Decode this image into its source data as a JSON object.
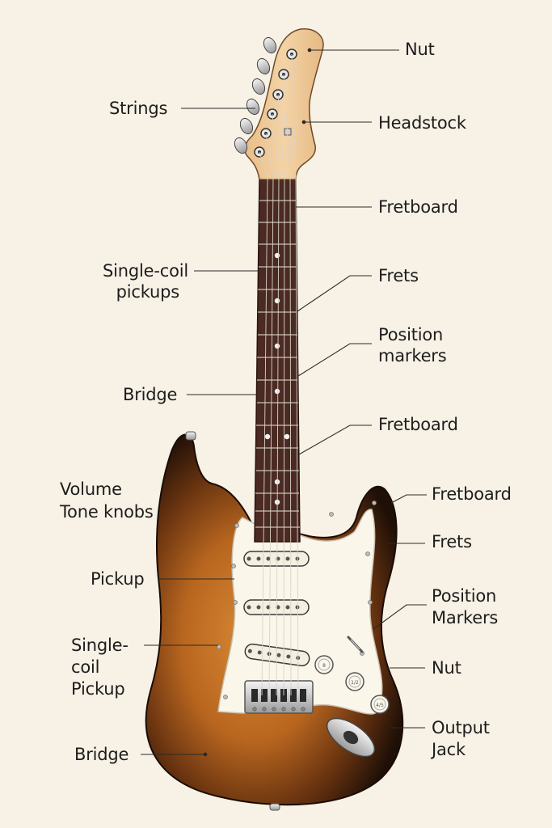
{
  "colors": {
    "background": "#f8f1e5",
    "headstock": "#f0c99a",
    "fretboard": "#4a2a22",
    "body_center": "#c97a2a",
    "body_edge": "#1e0f07",
    "pickguard": "#fbf6ea",
    "leader": "#2a2a2a"
  },
  "labels": {
    "nut_top": "Nut",
    "strings": "Strings",
    "headstock": "Headstock",
    "fretboard_1": "Fretboard",
    "single_coil_1_a": "Single-coil",
    "single_coil_1_b": "pickups",
    "frets_1": "Frets",
    "position_1_a": "Position",
    "position_1_b": "markers",
    "bridge_1": "Bridge",
    "fretboard_2": "Fretboard",
    "volume_a": "Volume",
    "volume_b": "Tone knobs",
    "fretboard_3": "Fretboard",
    "frets_2": "Frets",
    "pickup": "Pickup",
    "position_2_a": "Position",
    "position_2_b": "Markers",
    "single_coil_2_a": "Single-",
    "single_coil_2_b": "coil",
    "single_coil_2_c": "Pickup",
    "nut_bottom": "Nut",
    "bridge_2": "Bridge",
    "output_a": "Output",
    "output_b": "Jack"
  },
  "knob_marks": [
    "8",
    "1/2",
    "4/5"
  ]
}
